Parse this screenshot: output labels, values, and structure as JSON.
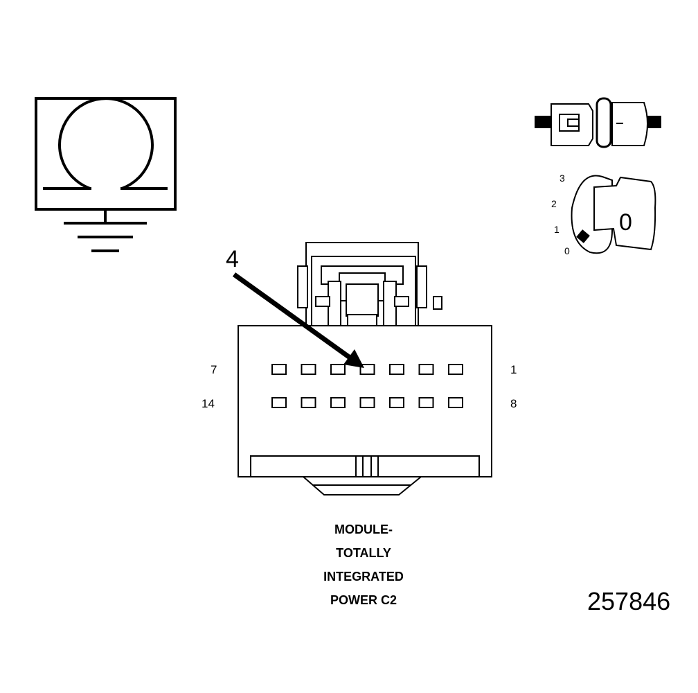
{
  "callout": "4",
  "connector": {
    "pin_labels": {
      "top_left": "7",
      "top_right": "1",
      "bottom_left": "14",
      "bottom_right": "8"
    },
    "rows": 2,
    "pins_per_row": 7
  },
  "caption": {
    "line1": "MODULE-",
    "line2": "TOTALLY",
    "line3": "INTEGRATED",
    "line4": "POWER C2"
  },
  "figure_id": "257846",
  "key_positions": [
    "3",
    "2",
    "1",
    "0"
  ],
  "key_text": "0",
  "icons": [
    "ohmmeter-ground-icon",
    "connector-icon",
    "ignition-key-icon"
  ],
  "colors": {
    "ink": "#000000",
    "paper": "#ffffff"
  }
}
